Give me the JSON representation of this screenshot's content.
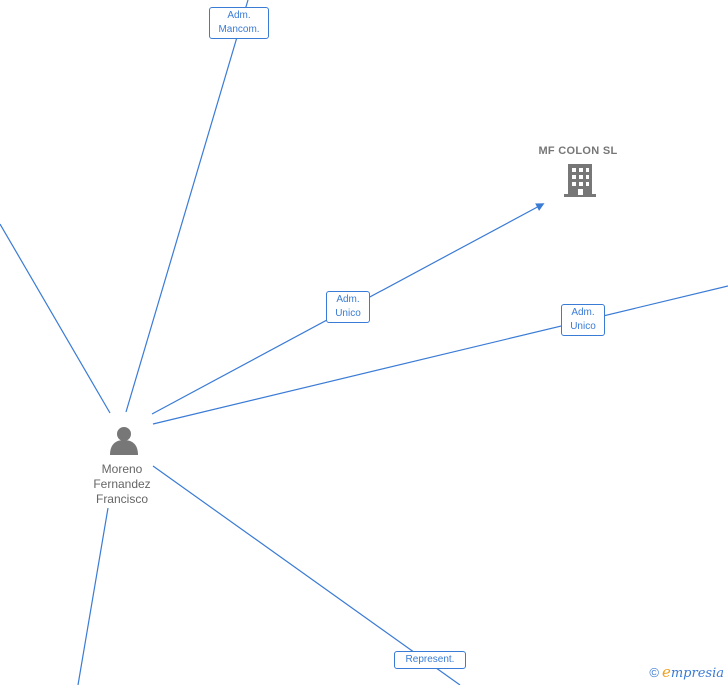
{
  "edges": [
    {
      "id": "adm-mancom",
      "label_lines": [
        "Adm.",
        "Mancom."
      ]
    },
    {
      "id": "adm-unico-1",
      "label_lines": [
        "Adm.",
        "Unico"
      ]
    },
    {
      "id": "adm-unico-2",
      "label_lines": [
        "Adm.",
        "Unico"
      ]
    },
    {
      "id": "represent",
      "label_lines": [
        "Represent."
      ]
    }
  ],
  "company": {
    "name": "MF COLON  SL",
    "icon": "building-icon"
  },
  "person": {
    "name_lines": [
      "Moreno",
      "Fernandez",
      "Francisco"
    ],
    "icon": "person-icon"
  },
  "watermark": {
    "copyright": "©",
    "brand_first": "e",
    "brand_rest": "mpresia"
  },
  "colors": {
    "edge": "#3a7bd5",
    "icon": "#777777",
    "brand_accent": "#f0a020"
  }
}
